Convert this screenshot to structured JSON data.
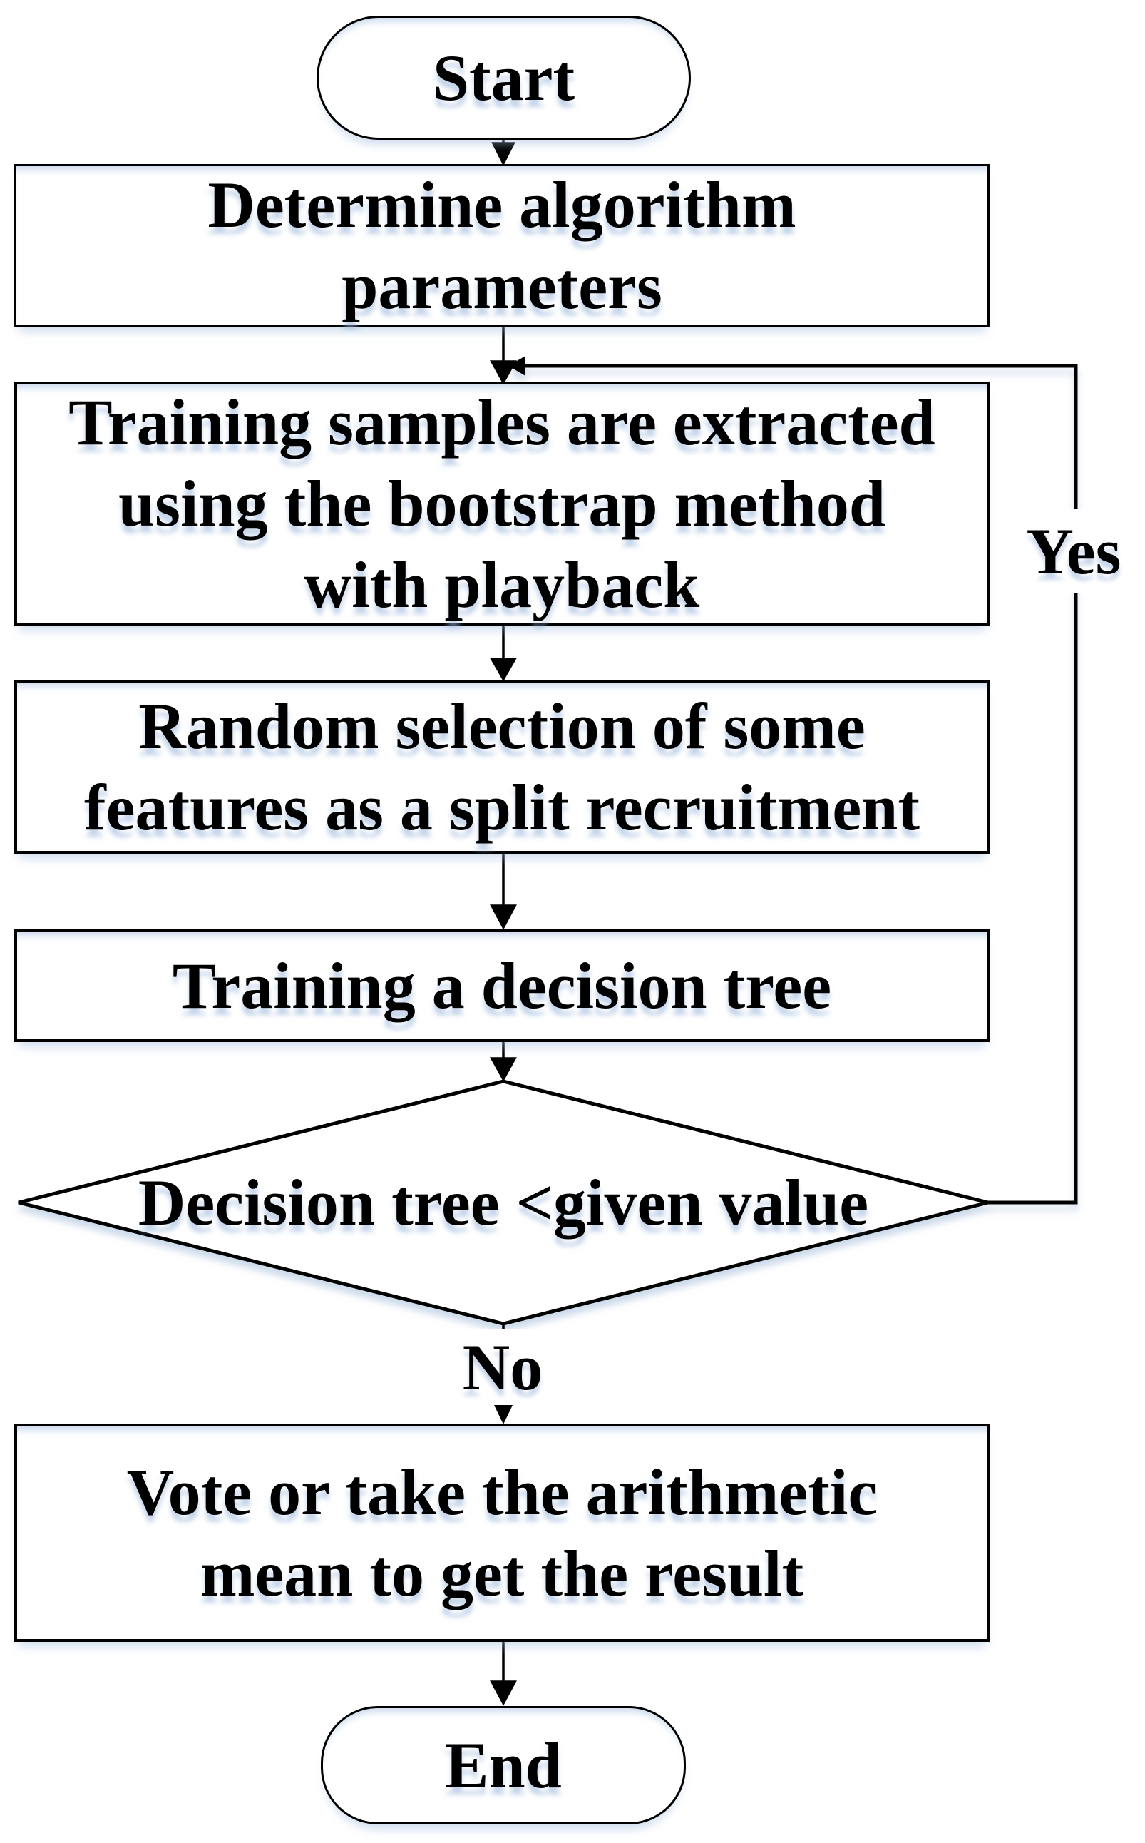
{
  "flowchart": {
    "nodes": {
      "start": "Start",
      "determine_parameters": "Determine algorithm\nparameters",
      "bootstrap_sampling": "Training samples are extracted\nusing the bootstrap method\nwith playback",
      "feature_selection": "Random selection of some\nfeatures as a split recruitment",
      "train_tree": "Training a decision tree",
      "decision": "Decision tree <given value",
      "vote": "Vote or take the arithmetic\nmean to get the result",
      "end": "End"
    },
    "edge_labels": {
      "yes": "Yes",
      "no": "No"
    },
    "colors": {
      "stroke": "#000000",
      "fill": "#ffffff",
      "soft_shadow": "#9bb3d6"
    }
  }
}
